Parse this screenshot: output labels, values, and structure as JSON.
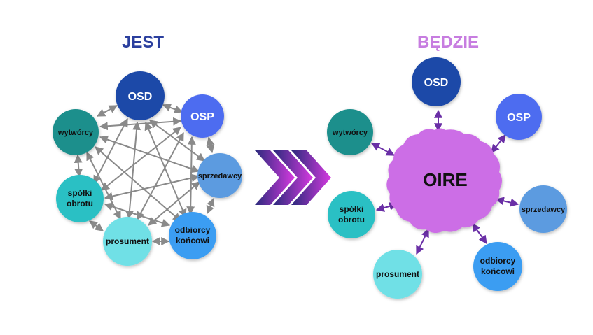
{
  "left": {
    "title": "JEST",
    "title_color": "#2b3f9e",
    "nodes": {
      "osd": "OSD",
      "osp": "OSP",
      "wytworcy": "wytwórcy",
      "sprzedawcy": "sprzedawcy",
      "spolki_line1": "spółki",
      "spolki_line2": "obrotu",
      "odbiorcy_line1": "odbiorcy",
      "odbiorcy_line2": "końcowi",
      "prosument": "prosument"
    }
  },
  "right": {
    "title": "BĘDZIE",
    "title_color": "#c77de0",
    "hub": "OIRE",
    "nodes": {
      "osd": "OSD",
      "osp": "OSP",
      "wytworcy": "wytwórcy",
      "sprzedawcy": "sprzedawcy",
      "spolki_line1": "spółki",
      "spolki_line2": "obrotu",
      "odbiorcy_line1": "odbiorcy",
      "odbiorcy_line2": "końcowi",
      "prosument": "prosument"
    }
  },
  "colors": {
    "osd": "#1f4aa8",
    "osp": "#4d6cf0",
    "teal_dark": "#1f8f8c",
    "sprzedawcy": "#5c9be0",
    "spolki": "#2cc0c4",
    "prosument": "#6fe0e6",
    "odbiorcy": "#3a9df2",
    "hub": "#cc6ee6",
    "gray_arrow": "#8a8a8a",
    "purple_arrow": "#6a2fa6",
    "chevron_dark": "#2a2a7c",
    "chevron_light": "#d63ae0"
  }
}
